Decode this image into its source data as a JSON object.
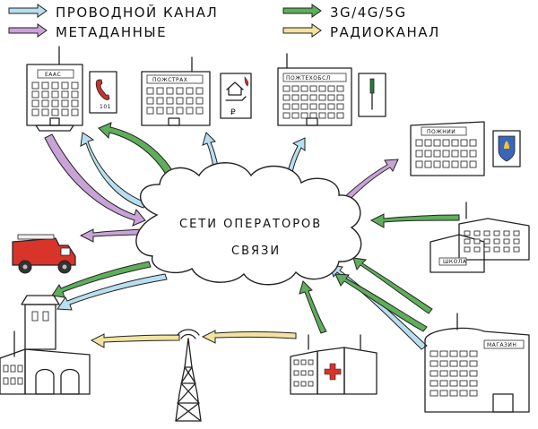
{
  "legend": {
    "wired": "ПРОВОДНОЙ КАНАЛ",
    "metadata": "МЕТАДАННЫЕ",
    "cellular": "3G/4G/5G",
    "radio": "РАДИОКАНАЛ"
  },
  "colors": {
    "wired": "#b8dff0",
    "metadata": "#c9a3d8",
    "cellular": "#5fae5a",
    "radio": "#f2e3a0",
    "fire_truck": "#d8342a",
    "phone_icon": "#c8342a",
    "hospital_cross": "#d8342a"
  },
  "cloud": {
    "line1": "СЕТИ   ОПЕРАТОРОВ",
    "line2": "СВЯЗИ"
  },
  "buildings": {
    "eaac": "ЕААС",
    "insurance": "ПОЖСТРАХ",
    "vdpo": "ПОЖТЕХОБСЛ",
    "fire_dept": "ПОЖНИИ",
    "school": "ШКОЛА",
    "shop": "МАГАЗИН"
  },
  "icons": {
    "phone_number": "101",
    "ruble": "₽"
  }
}
